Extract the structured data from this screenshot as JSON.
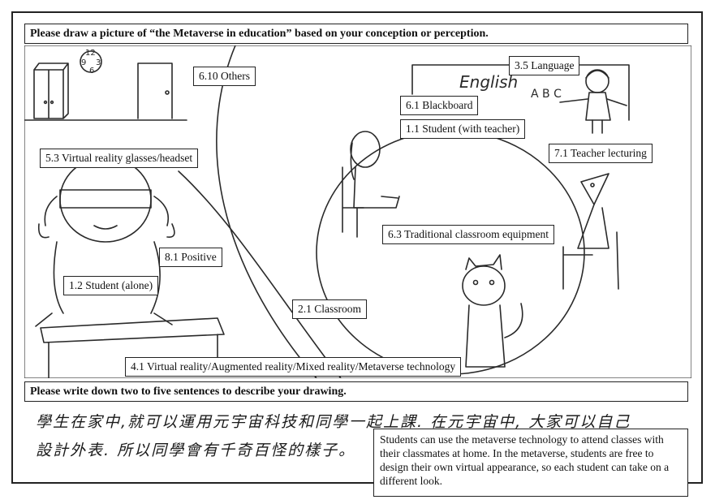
{
  "top_prompt": "Please draw a picture of “the Metaverse in education” based on your conception or perception.",
  "bottom_prompt": "Please  write down two to five sentences to describe your drawing.",
  "drawing_text": {
    "blackboard_word": "English",
    "blackboard_letters": "A B C",
    "clock_numbers": [
      "12",
      "3",
      "6",
      "9"
    ]
  },
  "labels": {
    "others": "6.10 Others",
    "language": "3.5 Language",
    "blackboard": "6.1 Blackboard",
    "student_with_teacher": "1.1 Student (with teacher)",
    "teacher_lecturing": "7.1 Teacher lecturing",
    "vr_glasses": "5.3 Virtual reality glasses/headset",
    "traditional_equipment": "6.3 Traditional classroom equipment",
    "positive": "8.1 Positive",
    "student_alone": "1.2 Student (alone)",
    "classroom": "2.1 Classroom",
    "technology": "4.1 Virtual reality/Augmented reality/Mixed reality/Metaverse technology"
  },
  "handwriting": {
    "line1": "學生在家中,就可以運用元宇宙科技和同學一起上課. 在元宇宙中, 大家可以自己",
    "line2": "設計外表. 所以同學會有千奇百怪的樣子。"
  },
  "translation": "Students can use the metaverse technology to attend classes with their classmates at home. In the metaverse, students are free to design their own virtual appearance, so each student can take on a different look."
}
